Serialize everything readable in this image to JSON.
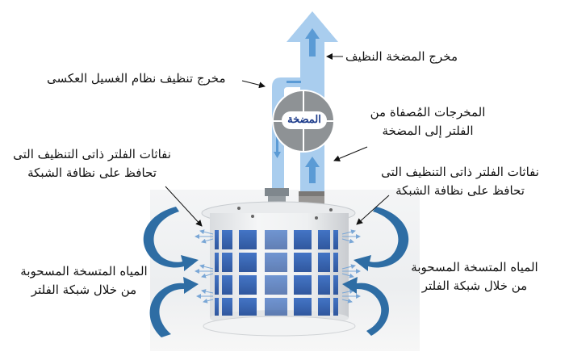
{
  "diagram": {
    "labels": {
      "clean_pump_outlet": "مخرج المضخة النظيف",
      "backwash_outlet": "مخرج تنظيف نظام الغسيل العكسى",
      "filtered_outputs_line1": "المخرجات المُصفاة من",
      "filtered_outputs_line2": "الفلتر إلى المضخة",
      "jets_left_line1": "نفاثات الفلتر ذاتى التنظيف التى",
      "jets_left_line2": "تحافظ على نظافة الشبكة",
      "jets_right_line1": "نفاثات الفلتر ذاتى التنظيف التى",
      "jets_right_line2": "تحافظ على نظافة الشبكة",
      "dirty_water_left_line1": "المياه المتسخة المسحوبة",
      "dirty_water_left_line2": "من خلال شبكة الفلتر",
      "dirty_water_right_line1": "المياه المتسخة المسحوبة",
      "dirty_water_right_line2": "من خلال شبكة الفلتر"
    },
    "pump": {
      "label": "المضخة"
    },
    "colors": {
      "pipe_light_blue": "#a9cdee",
      "flow_arrow_blue": "#5b9bd5",
      "curved_arrow_blue": "#2e6da4",
      "pump_gray": "#8e9295",
      "screen_blue": "#2f5fb0",
      "pump_text_blue": "#1b3a8a"
    }
  }
}
